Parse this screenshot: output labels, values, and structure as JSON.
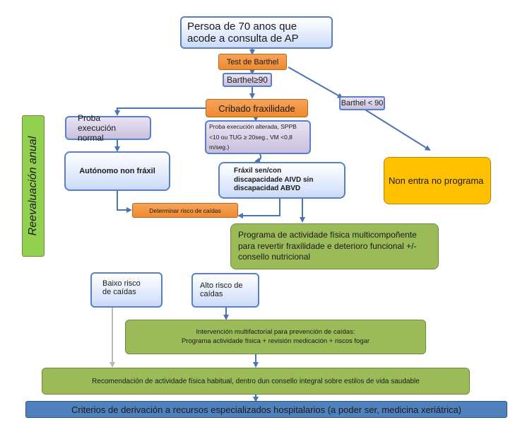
{
  "colors": {
    "connector": "#4a74b4",
    "connector_grey": "#b8b8b8",
    "orange": "#f08a2e",
    "green": "#9bbb59",
    "gold": "#ffc000",
    "navy": "#4f81bd",
    "lavender": "#c9c0dc"
  },
  "side_label": "Reevaluación anual",
  "nodes": {
    "start": "Persoa de 70 anos que acode a consulta de AP",
    "barthel_test": "Test de Barthel",
    "barthel_ge90": "Barthel≥90",
    "barthel_lt90": "Barthel < 90",
    "cribado": "Cribado fraxilidade",
    "proba_normal": "Proba execución normal",
    "proba_alterada": "Proba execución alterada, SPPB <10 ou TUG ≥ 20seg., VM <0,8 m/seg.)",
    "autonomo": "Autónomo non fráxil",
    "fraxil": "Fráxil sen/con discapacidade AIVD sin discapacidad ABVD",
    "non_entra": "Non entra no programa",
    "risco_caidas": "Determinar risco de caídas",
    "programa": "Programa de actividade física multicompoñente para revertir fraxilidade e deterioro funcional +/- consello nutricional",
    "baixo_risco": "Baixo risco de caídas",
    "alto_risco": "Alto risco de caídas",
    "intervencion_title": "Intervención multifactorial para prevención de caídas:",
    "intervencion_detail": "Programa actividade física + revisión medicación + riscos fogar",
    "recomendacion": "Recomendación de actividade física habitual, dentro dun consello integral sobre estilos de vida saudable",
    "criterios": "Criterios de derivación a recursos especializados hospitalarios (a poder ser, medicina xeriátrica)"
  }
}
